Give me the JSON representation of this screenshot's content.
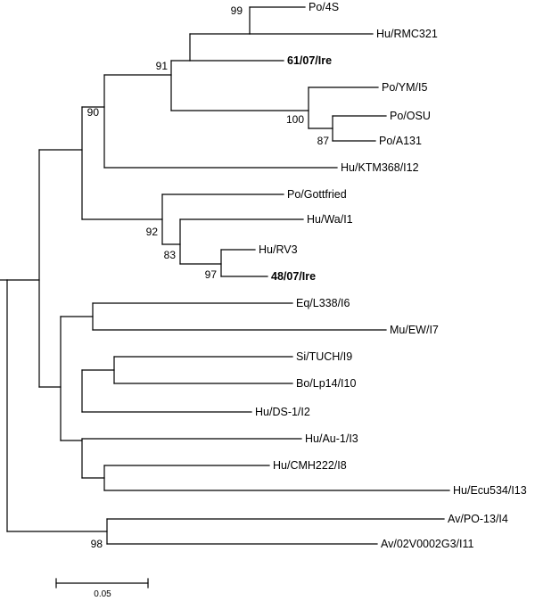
{
  "tree": {
    "leaves": {
      "po_4s": "Po/4S",
      "hu_rmc321": "Hu/RMC321",
      "irl_61_07": "61/07/Ire",
      "po_ym": "Po/YM/I5",
      "po_osu": "Po/OSU",
      "po_a131": "Po/A131",
      "hu_ktm368": "Hu/KTM368/I12",
      "po_gottfried": "Po/Gottfried",
      "hu_wa": "Hu/Wa/I1",
      "hu_rv3": "Hu/RV3",
      "irl_48_07": "48/07/Ire",
      "eq_l338": "Eq/L338/I6",
      "mu_ew": "Mu/EW/I7",
      "si_tuch": "Si/TUCH/I9",
      "bo_lp14": "Bo/Lp14/I10",
      "hu_ds1": "Hu/DS-1/I2",
      "hu_au1": "Hu/Au-1/I3",
      "hu_cmh222": "Hu/CMH222/I8",
      "hu_ecu534": "Hu/Ecu534/I13",
      "av_po13": "Av/PO-13/I4",
      "av_02v": "Av/02V0002G3/I11"
    },
    "bootstrap": {
      "b99": "99",
      "b91": "91",
      "b90": "90",
      "b100": "100",
      "b87": "87",
      "b92": "92",
      "b83": "83",
      "b97": "97",
      "b98": "98"
    },
    "highlighted_leaves": [
      "61/07/Ire",
      "48/07/Ire"
    ],
    "scale_bar": {
      "label": "0.05",
      "value": 0.05
    },
    "line_color": "#000000"
  }
}
